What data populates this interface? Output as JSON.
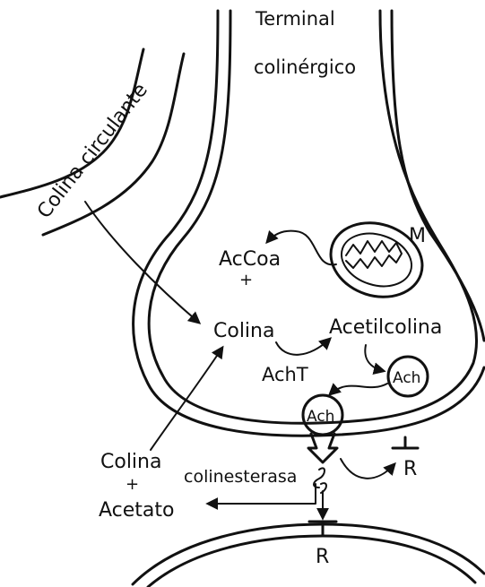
{
  "labels": {
    "terminal_line1": "Terminal",
    "terminal_line2": "colinérgico",
    "circulating_choline": "Colina circulante",
    "mitochondrion": "M",
    "accoa": "AcCoa",
    "plus_top": "+",
    "choline": "Colina",
    "acetylcholine": "Acetilcolina",
    "acht": "AchT",
    "ach_vesicle": "Ach",
    "ach_release": "Ach",
    "receptor_presynaptic": "R",
    "receptor_postsynaptic": "R",
    "choline_products": "Colina",
    "plus_products": "+",
    "acetate": "Acetato",
    "cholinesterase": "colinesterasa"
  }
}
